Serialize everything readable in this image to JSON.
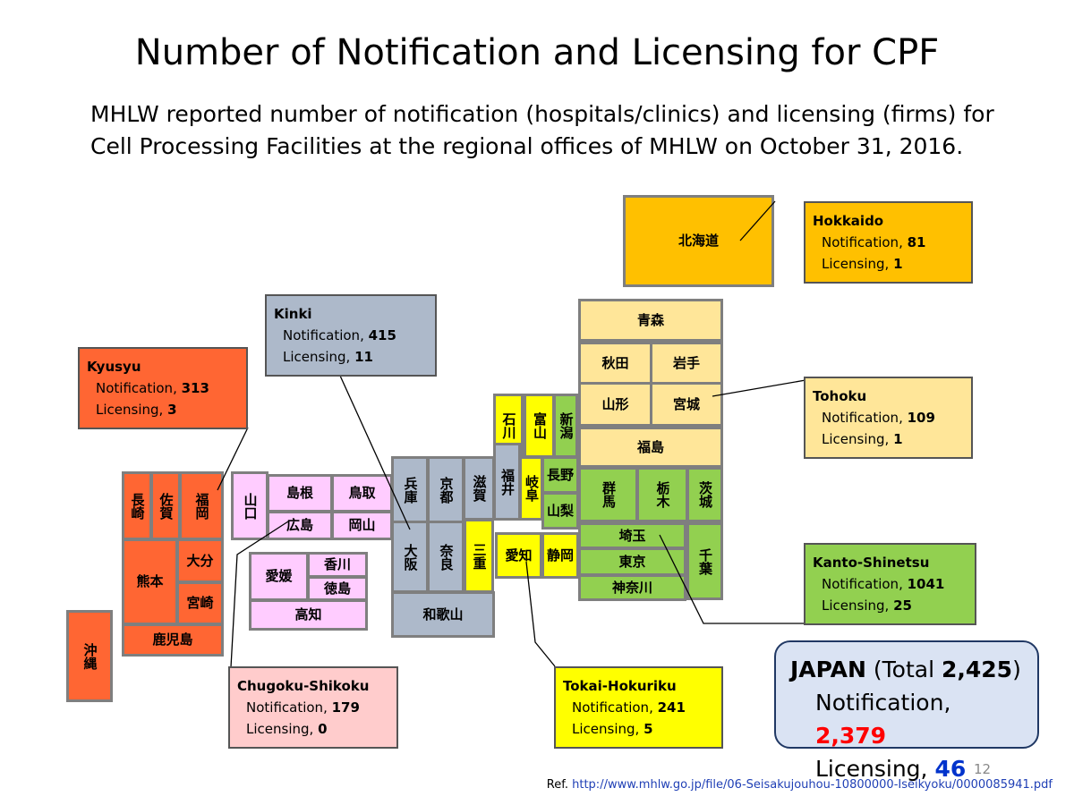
{
  "title": "Number of Notification and Licensing for CPF",
  "subtitle_line1": "MHLW reported number of notification (hospitals/clinics) and licensing (firms) for",
  "subtitle_line2": "Cell Processing Facilities at the regional offices of MHLW on October 31, 2016.",
  "prefectures": {
    "hokkaido": "北海道",
    "aomori": "青森",
    "akita": "秋田",
    "iwate": "岩手",
    "yamagata": "山形",
    "miyagi": "宮城",
    "fukushima": "福島",
    "niigata": "新潟",
    "nagano": "長野",
    "yamanashi": "山梨",
    "gunma": "群馬",
    "tochigi": "栃木",
    "ibaraki": "茨城",
    "saitama": "埼玉",
    "chiba": "千葉",
    "tokyo": "東京",
    "kanagawa": "神奈川",
    "ishikawa": "石川",
    "toyama": "富山",
    "gifu": "岐阜",
    "shizuoka": "静岡",
    "aichi": "愛知",
    "mie": "三重",
    "hyogo": "兵庫",
    "kyoto": "京都",
    "shiga": "滋賀",
    "fukui": "福井",
    "osaka": "大阪",
    "nara": "奈良",
    "wakayama": "和歌山",
    "yamaguchi": "山口",
    "shimane": "島根",
    "tottori": "鳥取",
    "hiroshima": "広島",
    "okayama": "岡山",
    "ehime": "愛媛",
    "kagawa": "香川",
    "tokushima": "徳島",
    "kochi": "高知",
    "nagasaki": "長崎",
    "saga": "佐賀",
    "fukuoka": "福岡",
    "oita": "大分",
    "kumamoto": "熊本",
    "miyazaki": "宮崎",
    "kagoshima": "鹿児島",
    "okinawa": "沖縄"
  },
  "regions": {
    "hokkaido": {
      "name": "Hokkaido",
      "notification_label": "Notification,",
      "notification": "81",
      "licensing_label": "Licensing,",
      "licensing": "1",
      "color": "#ffc000"
    },
    "tohoku": {
      "name": "Tohoku",
      "notification_label": "Notification,",
      "notification": "109",
      "licensing_label": "Licensing,",
      "licensing": "1",
      "color": "#ffe699"
    },
    "kanto": {
      "name": "Kanto-Shinetsu",
      "notification_label": "Notification,",
      "notification": "1041",
      "licensing_label": "Licensing,",
      "licensing": "25",
      "color": "#92d050"
    },
    "tokai": {
      "name": "Tokai-Hokuriku",
      "notification_label": "Notification,",
      "notification": "241",
      "licensing_label": "Licensing,",
      "licensing": "5",
      "color": "#ffff00"
    },
    "kinki": {
      "name": "Kinki",
      "notification_label": "Notification,",
      "notification": "415",
      "licensing_label": "Licensing,",
      "licensing": "11",
      "color": "#adb9ca"
    },
    "chugoku": {
      "name": "Chugoku-Shikoku",
      "notification_label": "Notification,",
      "notification": "179",
      "licensing_label": "Licensing,",
      "licensing": "0",
      "color": "#ffccff"
    },
    "kyusyu": {
      "name": "Kyusyu",
      "notification_label": "Notification,",
      "notification": "313",
      "licensing_label": "Licensing,",
      "licensing": "3",
      "color": "#ff6633"
    }
  },
  "japan": {
    "name": "JAPAN",
    "total_prefix": "(Total",
    "total": "2,425",
    "total_suffix": ")",
    "notification_label": "Notification,",
    "notification": "2,379",
    "licensing_label": "Licensing,",
    "licensing": "46"
  },
  "page_number": "12",
  "ref_label": "Ref.",
  "ref_url": "http://www.mhlw.go.jp/file/06-Seisakujouhou-10800000-Iseikyoku/0000085941.pdf"
}
